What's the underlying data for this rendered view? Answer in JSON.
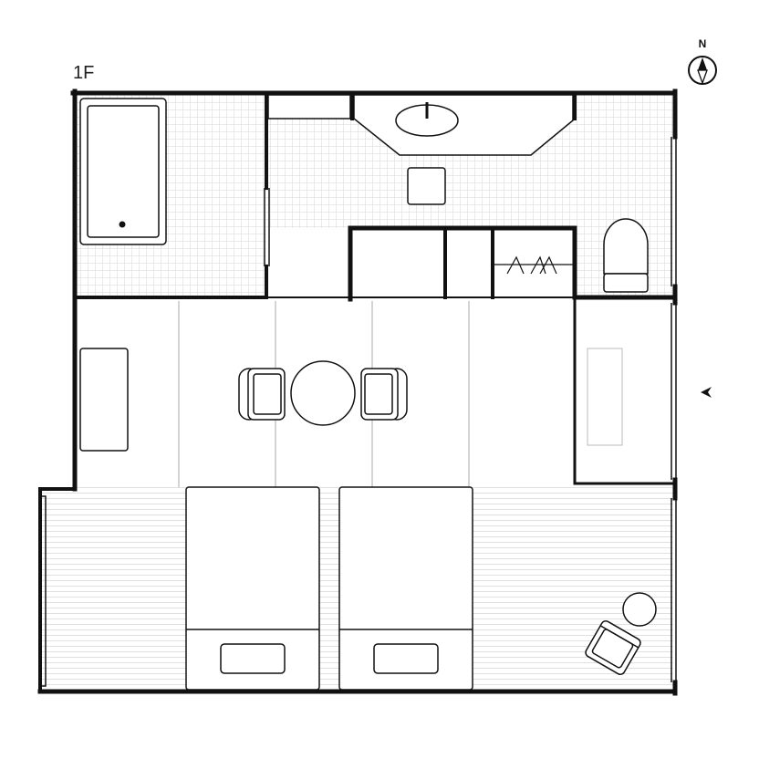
{
  "plan": {
    "floor_label": "1F",
    "north_label": "N",
    "colors": {
      "wall": "#111111",
      "tile_line": "#d6d6d6",
      "wood_line": "#dcdcdc",
      "tatami_line": "#cfcfcf",
      "furniture": "#1a1a1a",
      "background": "#ffffff"
    },
    "rooms": [
      "bathroom",
      "washroom",
      "toilet",
      "closet",
      "tatami-room",
      "bedroom",
      "engawa"
    ],
    "furniture": [
      "bathtub",
      "washbasin",
      "stool",
      "toilet",
      "low-bench",
      "round-table",
      "armchair",
      "armchair",
      "bed",
      "bed",
      "armchair",
      "side-table",
      "display-niche"
    ],
    "icons": [
      "compass-icon",
      "entrance-arrow-icon"
    ]
  }
}
